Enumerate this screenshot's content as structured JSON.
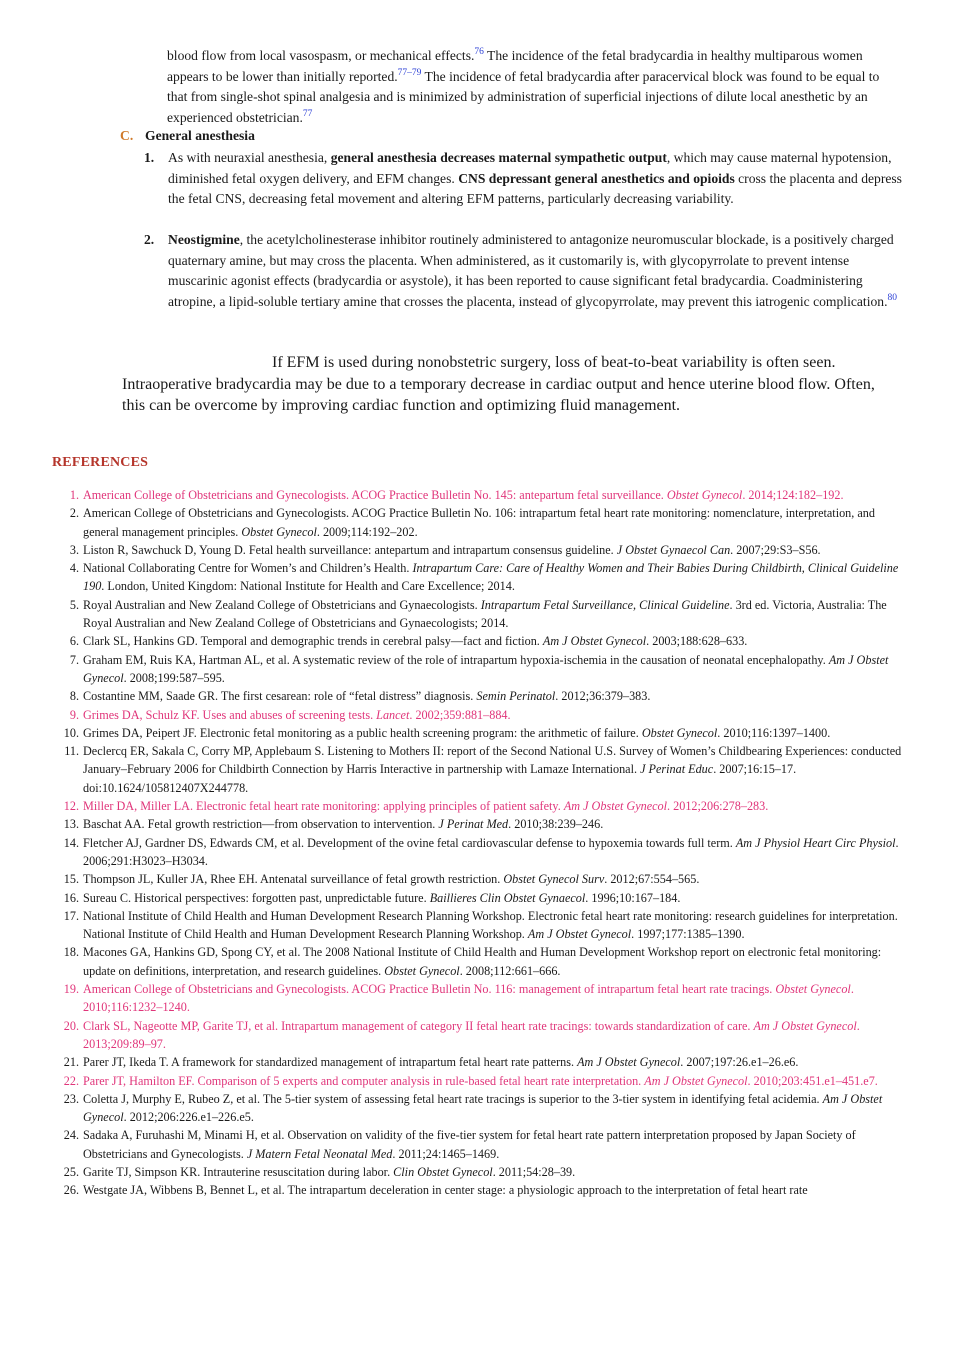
{
  "intro_paragraph": {
    "line1": "blood flow from local vasospasm, or mechanical effects.",
    "sup1": "76",
    "line1b": " The incidence of the fetal bradycardia in healthy multiparous women appears to be lower than initially reported.",
    "sup2": "77–79",
    "line2b": " The incidence of fetal bradycardia after paracervical block was found to be equal to that from single-shot spinal analgesia and is minimized by administration of superficial injections of dilute local anesthetic by an experienced obstetrician.",
    "sup3": "77"
  },
  "section_c": {
    "letter": "C.",
    "title": "General anesthesia"
  },
  "item1": {
    "num": "1.",
    "a": "As with neuraxial anesthesia, ",
    "b": "general anesthesia decreases maternal sympathetic output",
    "c": ", which may cause maternal hypotension, diminished fetal oxygen delivery, and EFM changes. ",
    "d": "CNS depressant general anesthetics and opioids",
    "e": " cross the placenta and depress the fetal CNS, decreasing fetal movement and altering EFM patterns, particularly decreasing variability."
  },
  "item2": {
    "num": "2.",
    "a": "Neostigmine",
    "b": ", the acetylcholinesterase inhibitor routinely administered to antagonize neuromuscular blockade, is a positively charged quaternary amine, but may cross the placenta. When administered, as it customarily is, with glycopyrrolate to prevent intense muscarinic agonist effects (bradycardia or asystole), it has been reported to cause significant fetal bradycardia. Coadministering atropine, a lipid-soluble tertiary amine that crosses the placenta, instead of glycopyrrolate, may prevent this iatrogenic complication.",
    "sup": "80"
  },
  "callout": {
    "first": "If EFM is used during nonobstetric surgery, loss of beat-to-beat variability is often seen.",
    "rest": "Intraoperative bradycardia may be due to a temporary decrease in cardiac output and hence uterine blood flow. Often, this can be overcome by improving cardiac function and optimizing fluid management."
  },
  "references_title": "REFERENCES",
  "references": [
    {
      "n": "1.",
      "pink": true,
      "a": "American College of Obstetricians and Gynecologists. ACOG Practice Bulletin No. 145: antepartum fetal surveillance. ",
      "j": "Obstet Gynecol",
      "b": ". 2014;124:182–192."
    },
    {
      "n": "2.",
      "pink": false,
      "a": "American College of Obstetricians and Gynecologists. ACOG Practice Bulletin No. 106: intrapartum fetal heart rate monitoring: nomenclature, interpretation, and general management principles. ",
      "j": "Obstet Gynecol",
      "b": ". 2009;114:192–202."
    },
    {
      "n": "3.",
      "pink": false,
      "a": "Liston R, Sawchuck D, Young D. Fetal health surveillance: antepartum and intrapartum consensus guideline. ",
      "j": "J Obstet Gynaecol Can",
      "b": ". 2007;29:S3–S56."
    },
    {
      "n": "4.",
      "pink": false,
      "a": "National Collaborating Centre for Women’s and Children’s Health. ",
      "j": "Intrapartum Care: Care of Healthy Women and Their Babies During Childbirth, Clinical Guideline 190",
      "b": ". London, United Kingdom: National Institute for Health and Care Excellence; 2014."
    },
    {
      "n": "5.",
      "pink": false,
      "a": "Royal Australian and New Zealand College of Obstetricians and Gynaecologists. ",
      "j": "Intrapartum Fetal Surveillance, Clinical Guideline",
      "b": ". 3rd ed. Victoria, Australia: The Royal Australian and New Zealand College of Obstetricians and Gynaecologists; 2014."
    },
    {
      "n": "6.",
      "pink": false,
      "a": "Clark SL, Hankins GD. Temporal and demographic trends in cerebral palsy—fact and fiction. ",
      "j": "Am J Obstet Gynecol",
      "b": ". 2003;188:628–633."
    },
    {
      "n": "7.",
      "pink": false,
      "a": "Graham EM, Ruis KA, Hartman AL, et al. A systematic review of the role of intrapartum hypoxia-ischemia in the causation of neonatal encephalopathy. ",
      "j": "Am J Obstet Gynecol",
      "b": ". 2008;199:587–595."
    },
    {
      "n": "8.",
      "pink": false,
      "a": "Costantine MM, Saade GR. The first cesarean: role of “fetal distress” diagnosis. ",
      "j": "Semin Perinatol",
      "b": ". 2012;36:379–383."
    },
    {
      "n": "9.",
      "pink": true,
      "a": "Grimes DA, Schulz KF. Uses and abuses of screening tests. ",
      "j": "Lancet",
      "b": ". 2002;359:881–884."
    },
    {
      "n": "10.",
      "pink": false,
      "a": "Grimes DA, Peipert JF. Electronic fetal monitoring as a public health screening program: the arithmetic of failure. ",
      "j": "Obstet Gynecol",
      "b": ". 2010;116:1397–1400."
    },
    {
      "n": "11.",
      "pink": false,
      "a": "Declercq ER, Sakala C, Corry MP, Applebaum S. Listening to Mothers II: report of the Second National U.S. Survey of Women’s Childbearing Experiences: conducted January–February 2006 for Childbirth Connection by Harris Interactive in partnership with Lamaze International. ",
      "j": "J Perinat Educ",
      "b": ". 2007;16:15–17. doi:10.1624/105812407X244778."
    },
    {
      "n": "12.",
      "pink": true,
      "a": "Miller DA, Miller LA. Electronic fetal heart rate monitoring: applying principles of patient safety. ",
      "j": "Am J Obstet Gynecol",
      "b": ". 2012;206:278–283."
    },
    {
      "n": "13.",
      "pink": false,
      "a": "Baschat AA. Fetal growth restriction—from observation to intervention. ",
      "j": "J Perinat Med",
      "b": ". 2010;38:239–246."
    },
    {
      "n": "14.",
      "pink": false,
      "a": "Fletcher AJ, Gardner DS, Edwards CM, et al. Development of the ovine fetal cardiovascular defense to hypoxemia towards full term. ",
      "j": "Am J Physiol Heart Circ Physiol",
      "b": ". 2006;291:H3023–H3034."
    },
    {
      "n": "15.",
      "pink": false,
      "a": "Thompson JL, Kuller JA, Rhee EH. Antenatal surveillance of fetal growth restriction. ",
      "j": "Obstet Gynecol Surv",
      "b": ". 2012;67:554–565."
    },
    {
      "n": "16.",
      "pink": false,
      "a": "Sureau C. Historical perspectives: forgotten past, unpredictable future. ",
      "j": "Baillieres Clin Obstet Gynaecol",
      "b": ". 1996;10:167–184."
    },
    {
      "n": "17.",
      "pink": false,
      "a": "National Institute of Child Health and Human Development Research Planning Workshop. Electronic fetal heart rate monitoring: research guidelines for interpretation. National Institute of Child Health and Human Development Research Planning Workshop. ",
      "j": "Am J Obstet Gynecol",
      "b": ". 1997;177:1385–1390."
    },
    {
      "n": "18.",
      "pink": false,
      "a": "Macones GA, Hankins GD, Spong CY, et al. The 2008 National Institute of Child Health and Human Development Workshop report on electronic fetal monitoring: update on definitions, interpretation, and research guidelines. ",
      "j": "Obstet Gynecol",
      "b": ". 2008;112:661–666."
    },
    {
      "n": "19.",
      "pink": true,
      "a": "American College of Obstetricians and Gynecologists. ACOG Practice Bulletin No. 116: management of intrapartum fetal heart rate tracings. ",
      "j": "Obstet Gynecol",
      "b": ". 2010;116:1232–1240."
    },
    {
      "n": "20.",
      "pink": true,
      "a": "Clark SL, Nageotte MP, Garite TJ, et al. Intrapartum management of category II fetal heart rate tracings: towards standardization of care. ",
      "j": "Am J Obstet Gynecol",
      "b": ". 2013;209:89–97."
    },
    {
      "n": "21.",
      "pink": false,
      "a": "Parer JT, Ikeda T. A framework for standardized management of intrapartum fetal heart rate patterns. ",
      "j": "Am J Obstet Gynecol",
      "b": ". 2007;197:26.e1–26.e6."
    },
    {
      "n": "22.",
      "pink": true,
      "a": "Parer JT, Hamilton EF. Comparison of 5 experts and computer analysis in rule-based fetal heart rate interpretation. ",
      "j": "Am J Obstet Gynecol",
      "b": ". 2010;203:451.e1–451.e7."
    },
    {
      "n": "23.",
      "pink": false,
      "a": "Coletta J, Murphy E, Rubeo Z, et al. The 5-tier system of assessing fetal heart rate tracings is superior to the 3-tier system in identifying fetal acidemia. ",
      "j": "Am J Obstet Gynecol",
      "b": ". 2012;206:226.e1–226.e5."
    },
    {
      "n": "24.",
      "pink": false,
      "a": "Sadaka A, Furuhashi M, Minami H, et al. Observation on validity of the five-tier system for fetal heart rate pattern interpretation proposed by Japan Society of Obstetricians and Gynecologists. ",
      "j": "J Matern Fetal Neonatal Med",
      "b": ". 2011;24:1465–1469."
    },
    {
      "n": "25.",
      "pink": false,
      "a": "Garite TJ, Simpson KR. Intrauterine resuscitation during labor. ",
      "j": "Clin Obstet Gynecol",
      "b": ". 2011;54:28–39."
    },
    {
      "n": "26.",
      "pink": false,
      "a": "Westgate JA, Wibbens B, Bennet L, et al. The intrapartum deceleration in center stage: a physiologic approach to the interpretation of fetal heart rate",
      "j": "",
      "b": ""
    }
  ]
}
